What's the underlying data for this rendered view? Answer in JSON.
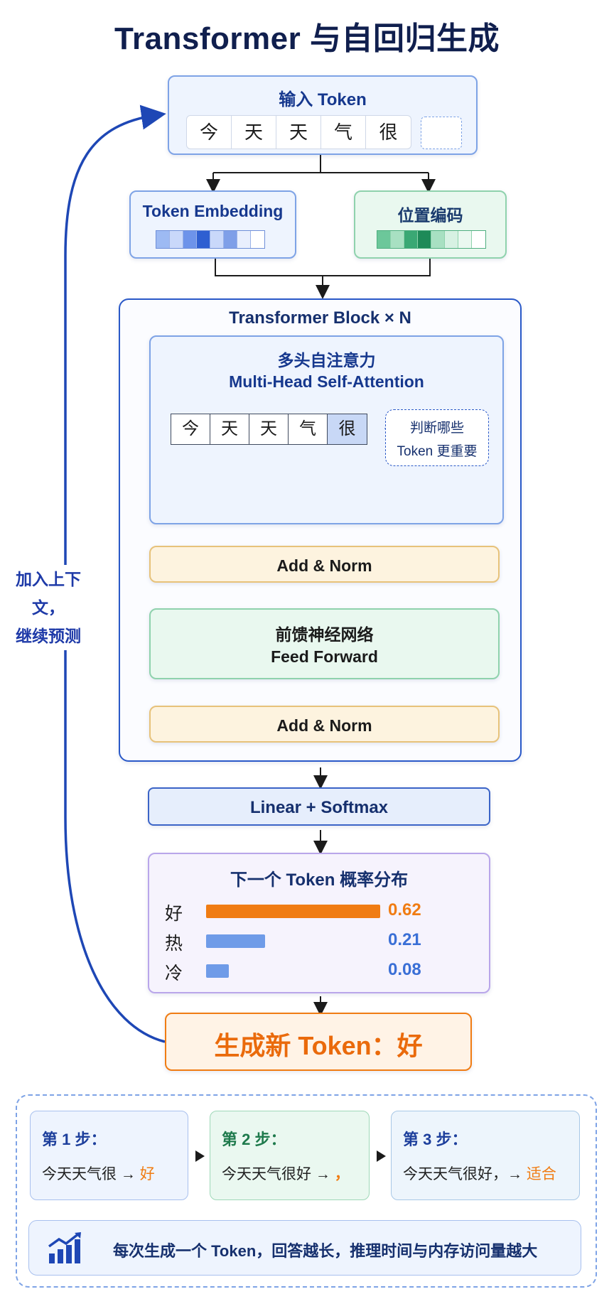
{
  "title": "Transformer 与自回归生成",
  "input": {
    "label": "输入 Token",
    "tokens": [
      "今",
      "天",
      "天",
      "气",
      "很"
    ]
  },
  "embedding": {
    "token_label": "Token Embedding",
    "position_label": "位置编码"
  },
  "block": {
    "title": "Transformer Block × N",
    "attention_title_zh": "多头自注意力",
    "attention_title_en": "Multi-Head Self-Attention",
    "attention_tokens": [
      "今",
      "天",
      "天",
      "气",
      "很"
    ],
    "callout_line1": "判断哪些",
    "callout_line2": "Token 更重要",
    "add_norm_1": "Add & Norm",
    "ffn_title_zh": "前馈神经网络",
    "ffn_title_en": "Feed Forward",
    "add_norm_2": "Add & Norm"
  },
  "linear_softmax": "Linear + Softmax",
  "distribution": {
    "title": "下一个 Token 概率分布",
    "items": [
      {
        "char": "好",
        "value": "0.62",
        "prob": 0.62,
        "color": "#f07c13"
      },
      {
        "char": "热",
        "value": "0.21",
        "prob": 0.21,
        "color": "#6f9be8"
      },
      {
        "char": "冷",
        "value": "0.08",
        "prob": 0.08,
        "color": "#6f9be8"
      }
    ]
  },
  "generated": "生成新 Token：好",
  "loop_label_line1": "加入上下文，",
  "loop_label_line2": "继续预测",
  "steps": [
    {
      "title": "第 1 步：",
      "text": "今天天气很 →",
      "new_token": "好",
      "color": "#1d3f9c"
    },
    {
      "title": "第 2 步：",
      "text": "今天天气很好 →",
      "new_token": "，",
      "color": "#1e7a4c"
    },
    {
      "title": "第 3 步：",
      "text": "今天天气很好，→",
      "new_token": "适合",
      "color": "#1d3f9c"
    }
  ],
  "footer_note": "每次生成一个 Token，回答越长，推理时间与内存访问量越大",
  "colors": {
    "accent_blue": "#1e47b5",
    "accent_orange": "#f07c13",
    "accent_green": "#1e7a4c"
  },
  "icons": [
    "chart-growth-icon"
  ]
}
